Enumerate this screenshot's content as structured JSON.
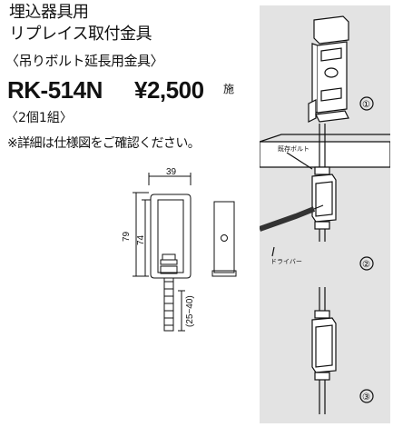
{
  "product": {
    "title_line1": "埋込器具用",
    "title_line2": "リプレイス取付金具",
    "subtitle": "〈吊りボルト延長用金具〉",
    "model": "RK-514N",
    "price": "¥2,500",
    "price_badge": "施",
    "set_info": "〈2個1組〉",
    "note": "※詳細は仕様図をご確認ください。"
  },
  "dimensions": {
    "width": "39",
    "height_outer": "79",
    "height_inner": "74",
    "bolt_range": "(25~40)"
  },
  "steps": {
    "step1": "①",
    "step2": "②",
    "step3": "③",
    "label_existing_bolt": "既存ボルト",
    "label_driver": "ドライバー"
  },
  "colors": {
    "panel_bg": "#e3e3e3",
    "line": "#111111"
  }
}
